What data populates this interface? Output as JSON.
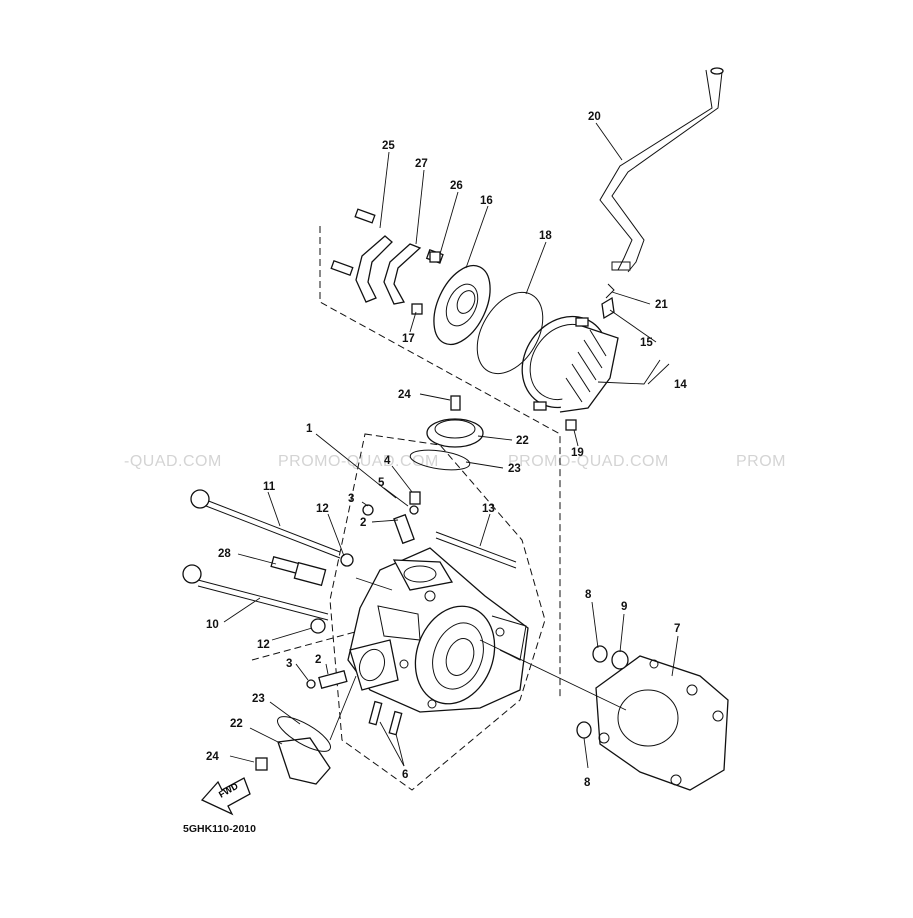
{
  "watermark": {
    "w1": "-QUAD.COM",
    "w2": "PROMO-QUAD.COM",
    "w3": "PROMO-QUAD.COM",
    "w4": "PROM"
  },
  "diagram_code": "5GHK110-2010",
  "fwd_label": "FWD",
  "callouts": {
    "c1": "1",
    "c2a": "2",
    "c2b": "2",
    "c3a": "3",
    "c3b": "3",
    "c4": "4",
    "c5": "5",
    "c6": "6",
    "c7": "7",
    "c8a": "8",
    "c8b": "8",
    "c9": "9",
    "c10": "10",
    "c11": "11",
    "c12a": "12",
    "c12b": "12",
    "c13": "13",
    "c14": "14",
    "c15": "15",
    "c16": "16",
    "c17": "17",
    "c18": "18",
    "c19": "19",
    "c20": "20",
    "c21": "21",
    "c22a": "22",
    "c22b": "22",
    "c23a": "23",
    "c23b": "23",
    "c24a": "24",
    "c24b": "24",
    "c25": "25",
    "c26": "26",
    "c27": "27",
    "c28": "28"
  }
}
